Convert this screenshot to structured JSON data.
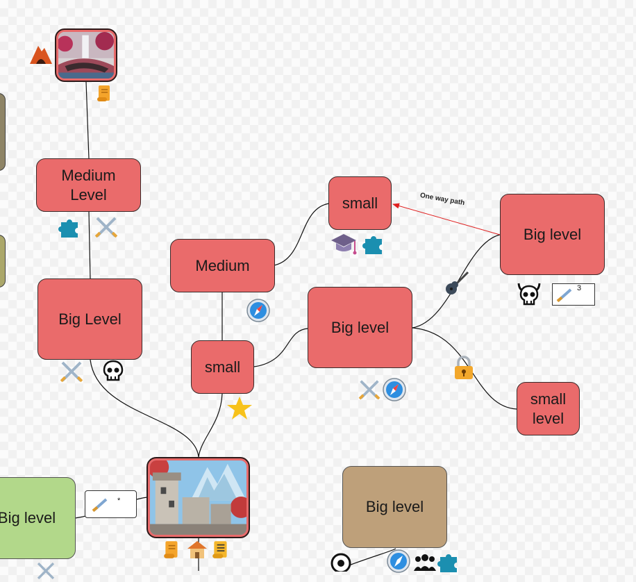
{
  "nodes": {
    "medium_level": "Medium\nLevel",
    "big_level_left": "Big Level",
    "medium": "Medium",
    "small_center": "small",
    "small_top": "small",
    "big_level_center": "Big level",
    "big_level_right": "Big level",
    "small_level": "small\nlevel",
    "big_level_green": "Big level",
    "big_level_tan": "Big level"
  },
  "edges": {
    "one_way_label": "One way path"
  },
  "badges": {
    "sword_count_right": "3",
    "sword_count_bottom": "*"
  },
  "colors": {
    "node_red": "#ea6b6b",
    "node_green": "#b2d88a",
    "node_tan": "#bea07a",
    "one_way_edge": "#e02020"
  },
  "icons": [
    "mountain-cave-icon",
    "scroll-icon",
    "puzzle-icon",
    "crossed-swords-icon",
    "skull-icon",
    "compass-icon",
    "star-icon",
    "graduation-cap-icon",
    "guitar-icon",
    "lock-icon",
    "horned-skull-icon",
    "sword-icon",
    "house-icon",
    "eye-icon",
    "people-icon"
  ]
}
